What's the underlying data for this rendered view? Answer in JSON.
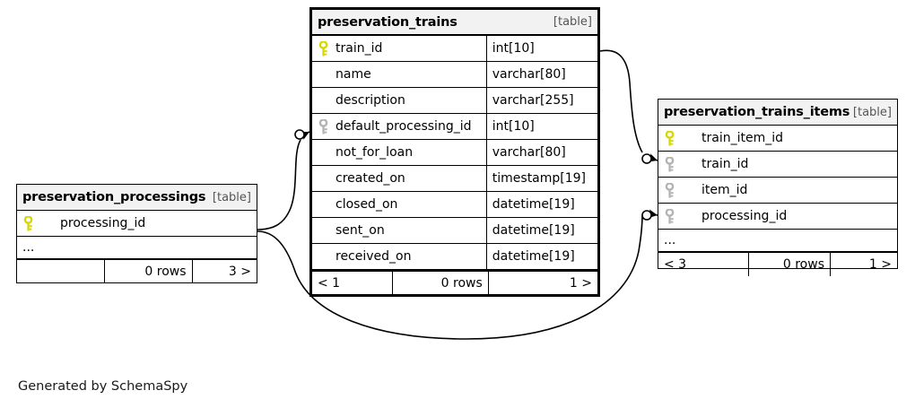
{
  "diagram": {
    "caption": "Generated by SchemaSpy",
    "table_tag": "[table]",
    "ellipsis": "...",
    "rows_label": "0 rows",
    "colors": {
      "primary_key": "#d7d700",
      "foreign_key": "#b3b3b3",
      "header_bg": "#f2f2f2",
      "border": "#000000",
      "background": "#ffffff"
    }
  },
  "tables": {
    "processings": {
      "name": "preservation_processings",
      "tag": "[table]",
      "columns": [
        {
          "key": "primary",
          "name": "processing_id",
          "type": ""
        }
      ],
      "more": "...",
      "footer": {
        "left": "",
        "center": "0 rows",
        "right": "3 >"
      }
    },
    "trains": {
      "name": "preservation_trains",
      "tag": "[table]",
      "columns": [
        {
          "key": "primary",
          "name": "train_id",
          "type": "int[10]"
        },
        {
          "key": "none",
          "name": "name",
          "type": "varchar[80]"
        },
        {
          "key": "none",
          "name": "description",
          "type": "varchar[255]"
        },
        {
          "key": "foreign",
          "name": "default_processing_id",
          "type": "int[10]"
        },
        {
          "key": "none",
          "name": "not_for_loan",
          "type": "varchar[80]"
        },
        {
          "key": "none",
          "name": "created_on",
          "type": "timestamp[19]"
        },
        {
          "key": "none",
          "name": "closed_on",
          "type": "datetime[19]"
        },
        {
          "key": "none",
          "name": "sent_on",
          "type": "datetime[19]"
        },
        {
          "key": "none",
          "name": "received_on",
          "type": "datetime[19]"
        }
      ],
      "footer": {
        "left": "< 1",
        "center": "0 rows",
        "right": "1 >"
      }
    },
    "trains_items": {
      "name": "preservation_trains_items",
      "tag": "[table]",
      "columns": [
        {
          "key": "primary",
          "name": "train_item_id",
          "type": ""
        },
        {
          "key": "foreign",
          "name": "train_id",
          "type": ""
        },
        {
          "key": "foreign",
          "name": "item_id",
          "type": ""
        },
        {
          "key": "foreign",
          "name": "processing_id",
          "type": ""
        }
      ],
      "more": "...",
      "footer": {
        "left": "< 3",
        "center": "0 rows",
        "right": "1 >"
      }
    }
  },
  "relationships": [
    {
      "name": "trains-default-processing-to-processings",
      "from_table": "preservation_processings",
      "from_column": "processing_id",
      "to_table": "preservation_trains",
      "to_column": "default_processing_id",
      "cardinality": "zero-or-more-to-one"
    },
    {
      "name": "trains-items-train-to-trains",
      "from_table": "preservation_trains",
      "from_column": "train_id",
      "to_table": "preservation_trains_items",
      "to_column": "train_id",
      "cardinality": "zero-or-more-to-one"
    },
    {
      "name": "trains-items-processing-to-processings",
      "from_table": "preservation_processings",
      "from_column": "processing_id",
      "to_table": "preservation_trains_items",
      "to_column": "processing_id",
      "cardinality": "zero-or-more-to-one"
    }
  ]
}
